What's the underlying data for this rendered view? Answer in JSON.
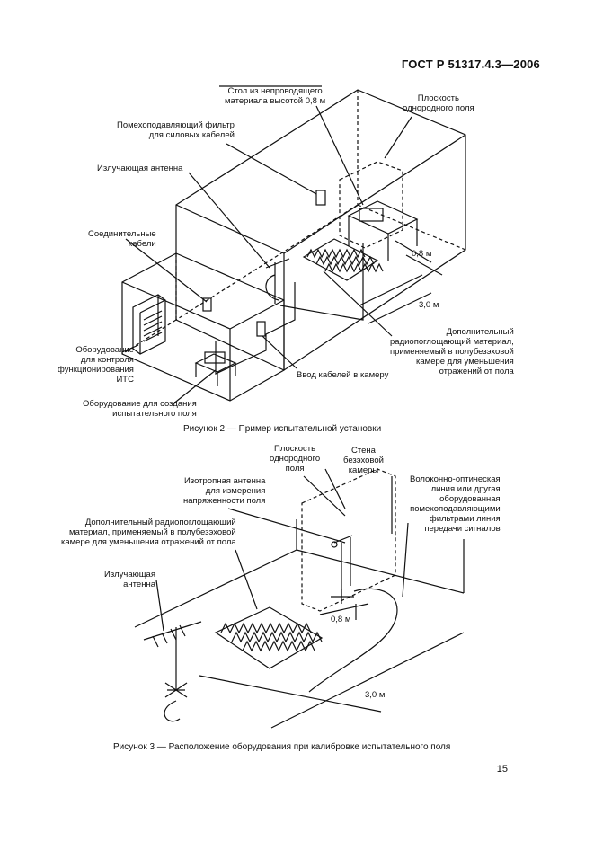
{
  "header": {
    "standard": "ГОСТ Р 51317.4.3—2006"
  },
  "figure2": {
    "labels": {
      "table": [
        "Стол из непроводящего",
        "материала высотой 0,8 м"
      ],
      "plane": [
        "Плоскость",
        "однородного поля"
      ],
      "filter": [
        "Помехоподавляющий фильтр",
        "для силовых кабелей"
      ],
      "antenna": "Излучающая антенна",
      "cables": [
        "Соединительные",
        "кабели"
      ],
      "control": [
        "Оборудование",
        "для контроля",
        "функционирования",
        "ИТС"
      ],
      "entry": "Ввод кабелей в камеру",
      "fieldgen": [
        "Оборудование для создания",
        "испытательного поля"
      ],
      "absorber": [
        "Дополнительный",
        "радиопоглощающий материал,",
        "применяемый в полубезэховой",
        "камере для уменьшения",
        "отражений от пола"
      ],
      "dim_08": "0,8 м",
      "dim_30": "3,0 м"
    },
    "caption": "Рисунок 2 — Пример испытательной установки"
  },
  "figure3": {
    "labels": {
      "plane": [
        "Плоскость",
        "однородного",
        "поля"
      ],
      "wall": [
        "Стена",
        "безэховой",
        "камеры"
      ],
      "fiber": [
        "Волоконно-оптическая",
        "линия или другая",
        "оборудованная",
        "помехоподавляющими",
        "фильтрами линия",
        "передачи сигналов"
      ],
      "isotropic": [
        "Изотропная антенна",
        "для измерения",
        "напряженности поля"
      ],
      "absorber": [
        "Дополнительный радиопоглощающий",
        "материал, применяемый в полубезэховой",
        "камере для уменьшения отражений от пола"
      ],
      "antenna": [
        "Излучающая",
        "антенна"
      ],
      "dim_08": "0,8 м",
      "dim_30": "3,0 м"
    },
    "caption": "Рисунок 3 — Расположение оборудования при калибровке испытательного поля"
  },
  "page_number": "15"
}
